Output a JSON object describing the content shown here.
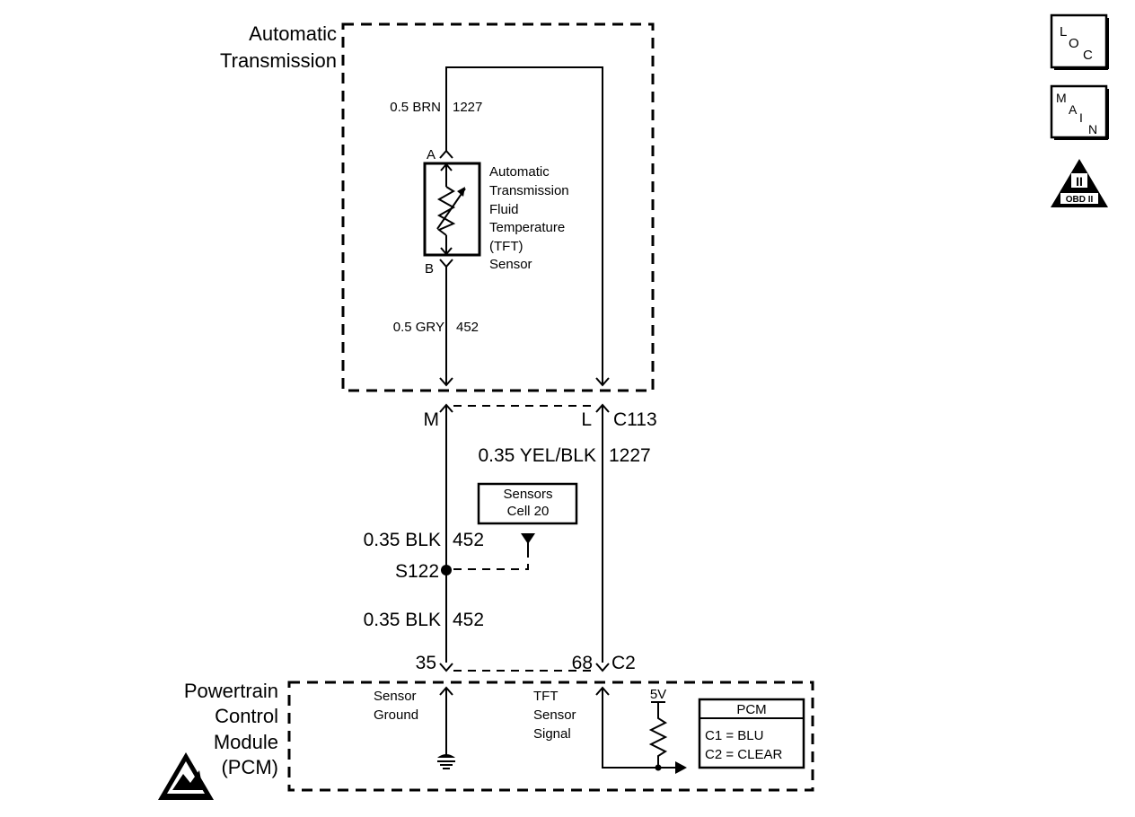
{
  "at": {
    "title_line1": "Automatic",
    "title_line2": "Transmission",
    "wire_top": {
      "gauge_color": "0.5 BRN",
      "circuit": "1227"
    },
    "wire_bottom": {
      "gauge_color": "0.5 GRY",
      "circuit": "452"
    },
    "pin_a": "A",
    "pin_b": "B",
    "sensor_lines": [
      "Automatic",
      "Transmission",
      "Fluid",
      "Temperature",
      "(TFT)",
      "Sensor"
    ]
  },
  "c113": {
    "pin_m": "M",
    "pin_l": "L",
    "connector": "C113"
  },
  "harness": {
    "yel_wire": {
      "gauge_color": "0.35 YEL/BLK",
      "circuit": "1227"
    },
    "blk_wire_upper": {
      "gauge_color": "0.35 BLK",
      "circuit": "452"
    },
    "splice": "S122",
    "blk_wire_lower": {
      "gauge_color": "0.35 BLK",
      "circuit": "452"
    },
    "ref_box_line1": "Sensors",
    "ref_box_line2": "Cell 20"
  },
  "c2": {
    "pin_35": "35",
    "pin_68": "68",
    "connector": "C2"
  },
  "pcm": {
    "title_lines": [
      "Powertrain",
      "Control",
      "Module",
      "(PCM)"
    ],
    "ground_label": [
      "Sensor",
      "Ground"
    ],
    "signal_label": [
      "TFT",
      "Sensor",
      "Signal"
    ],
    "voltage": "5V",
    "legend_title": "PCM",
    "legend_c1": "C1 = BLU",
    "legend_c2": "C2 = CLEAR"
  },
  "icons": {
    "loc": {
      "l": "L",
      "o": "O",
      "c": "C"
    },
    "main": {
      "m": "M",
      "a": "A",
      "i": "I",
      "n": "N"
    },
    "obd": {
      "roman": "II",
      "text": "OBD II"
    }
  }
}
